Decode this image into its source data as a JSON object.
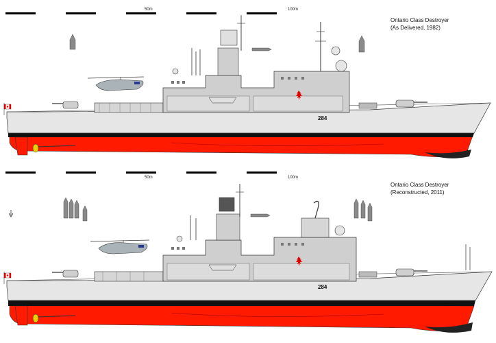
{
  "drawings": [
    {
      "id": "as-delivered",
      "title": "Ontario Class Destroyer",
      "subtitle": "(As Delivered, 1982)",
      "hull_number": "284",
      "scale_labels": [
        "50m",
        "100m"
      ]
    },
    {
      "id": "reconstructed",
      "title": "Ontario Class Destroyer",
      "subtitle": "(Reconstructed, 2011)",
      "hull_number": "284",
      "scale_labels": [
        "50m",
        "100m"
      ]
    }
  ],
  "colors": {
    "hull_grey": "#e6e6e6",
    "superstructure_grey": "#c8c8c8",
    "antifouling_red": "#ff1a00",
    "boot_topping": "#111111",
    "outline": "#333333",
    "flag_red": "#e00000",
    "propeller_yellow": "#e6d200",
    "helicopter_grey": "#a9b3b8",
    "missile_grey": "#8a8a8a"
  },
  "icons": [
    "canada-flag-icon",
    "maple-leaf-icon",
    "helicopter-icon",
    "missile-icon",
    "propeller-icon"
  ]
}
